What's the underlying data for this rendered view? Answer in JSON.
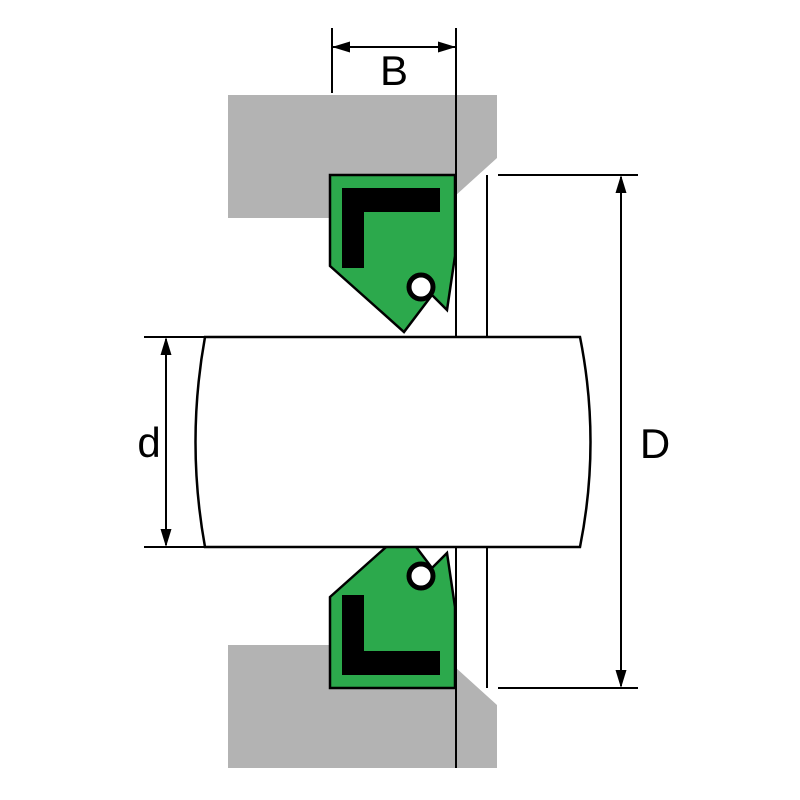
{
  "diagram": {
    "labels": {
      "seal_width": "B",
      "shaft_diameter": "d",
      "bore_diameter": "D"
    },
    "colors": {
      "housing_gray": "#b3b3b3",
      "seal_green": "#2ca94c",
      "insert_black": "#000000",
      "shaft_white": "#ffffff"
    }
  }
}
